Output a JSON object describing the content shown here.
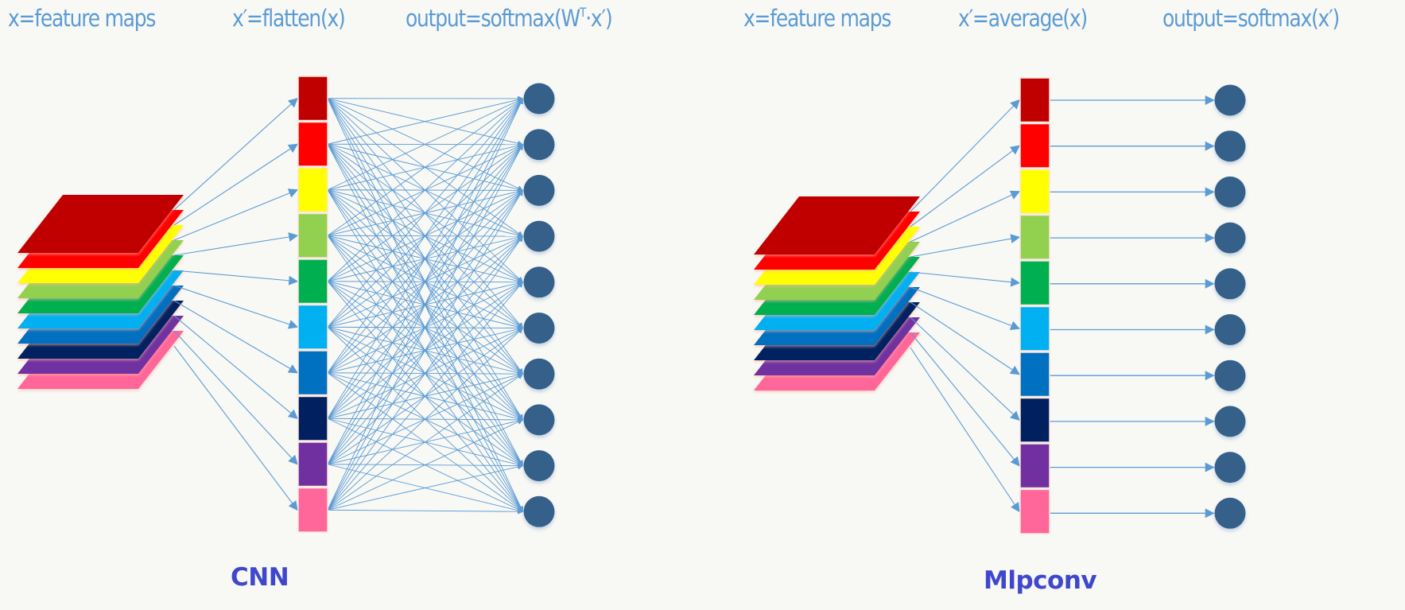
{
  "left_panel": {
    "headers": {
      "input": "x=feature maps",
      "transform_prefix": "x′=flatten(x)",
      "output_prefix": "output=softmax(W",
      "output_sup": "T",
      "output_suffix": "·x′)"
    },
    "caption": "CNN",
    "connection_type": "fully-connected"
  },
  "right_panel": {
    "headers": {
      "input": "x=feature maps",
      "transform": "x′=average(x)",
      "output": "output=softmax(x′)"
    },
    "caption": "Mlpconv",
    "connection_type": "one-to-one"
  },
  "feature_map_colors": [
    "#c00000",
    "#ff0000",
    "#ffff00",
    "#92d050",
    "#00b050",
    "#00b0f0",
    "#0070c0",
    "#002060",
    "#7030a0",
    "#ff6699"
  ],
  "node_count": 10,
  "colors": {
    "arrow": "#5b9bd5",
    "node": "#36618a",
    "header_text": "#5b9bd5",
    "caption_text": "#3f48cc",
    "background": "#f8f8f4"
  }
}
